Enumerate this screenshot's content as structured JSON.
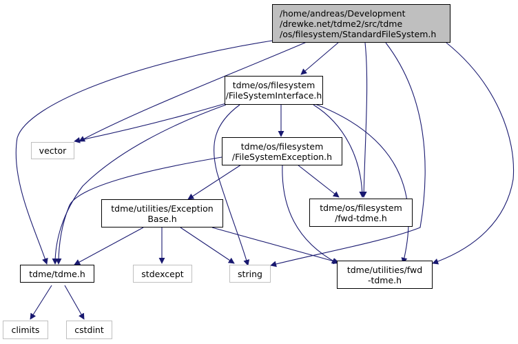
{
  "diagram": {
    "nodes": {
      "root": {
        "lines": [
          "/home/andreas/Development",
          "/drewke.net/tdme2/src/tdme",
          "/os/filesystem/StandardFileSystem.h"
        ]
      },
      "fsi": {
        "lines": [
          "tdme/os/filesystem",
          "/FileSystemInterface.h"
        ]
      },
      "vector": {
        "lines": [
          "vector"
        ]
      },
      "fse": {
        "lines": [
          "tdme/os/filesystem",
          "/FileSystemException.h"
        ]
      },
      "exbase": {
        "lines": [
          "tdme/utilities/Exception",
          "Base.h"
        ]
      },
      "fsfwd": {
        "lines": [
          "tdme/os/filesystem",
          "/fwd-tdme.h"
        ]
      },
      "tdmeh": {
        "lines": [
          "tdme/tdme.h"
        ]
      },
      "stdexcept": {
        "lines": [
          "stdexcept"
        ]
      },
      "string": {
        "lines": [
          "string"
        ]
      },
      "utilfwd": {
        "lines": [
          "tdme/utilities/fwd",
          "-tdme.h"
        ]
      },
      "climits": {
        "lines": [
          "climits"
        ]
      },
      "cstdint": {
        "lines": [
          "cstdint"
        ]
      }
    },
    "colors": {
      "edge": "#191970",
      "root_fill": "#bfbfbf",
      "system_border": "#bfbfbf",
      "node_border": "#000000"
    }
  }
}
